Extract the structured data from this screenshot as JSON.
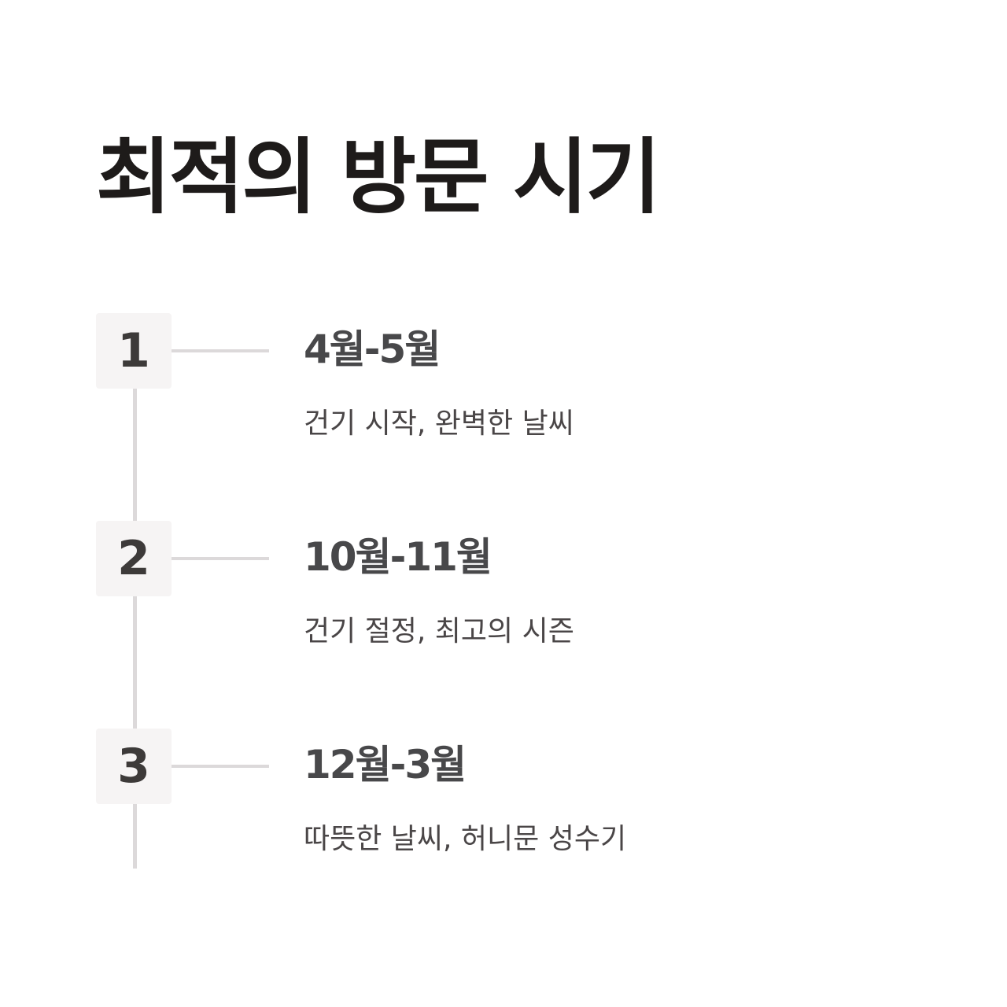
{
  "title": "최적의 방문 시기",
  "steps": [
    {
      "number": "1",
      "period": "4월-5월",
      "description": "건기 시작, 완벽한 날씨"
    },
    {
      "number": "2",
      "period": "10월-11월",
      "description": "건기 절정, 최고의 시즌"
    },
    {
      "number": "3",
      "period": "12월-3월",
      "description": "따뜻한 날씨, 허니문 성수기"
    }
  ]
}
